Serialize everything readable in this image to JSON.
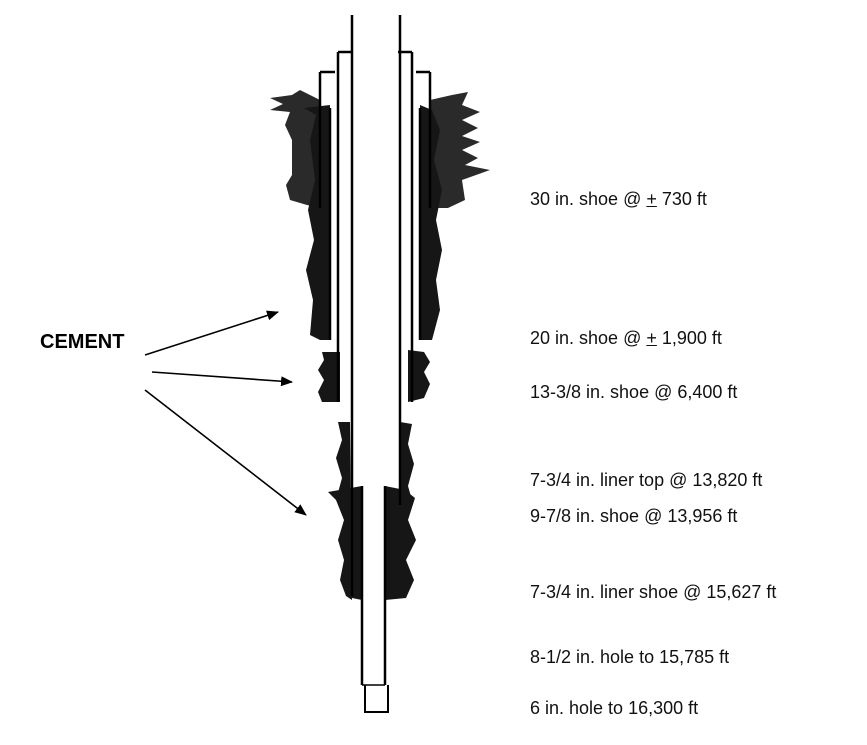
{
  "callout": "CEMENT",
  "labels": [
    {
      "pre": "30 in. shoe @ ",
      "pm": "+",
      "post": " 730 ft"
    },
    {
      "pre": "20 in. shoe @ ",
      "pm": "+",
      "post": " 1,900 ft"
    },
    {
      "pre": "13-3/8 in. shoe @ 6,400 ft",
      "pm": "",
      "post": ""
    },
    {
      "pre": "7-3/4 in. liner top @ 13,820 ft",
      "pm": "",
      "post": ""
    },
    {
      "pre": "9-7/8 in. shoe @ 13,956 ft",
      "pm": "",
      "post": ""
    },
    {
      "pre": "7-3/4 in. liner shoe @ 15,627 ft",
      "pm": "",
      "post": ""
    },
    {
      "pre": "8-1/2 in. hole to 15,785 ft",
      "pm": "",
      "post": ""
    },
    {
      "pre": "6 in. hole to 16,300 ft",
      "pm": "",
      "post": ""
    }
  ],
  "colors": {
    "cement": "#161616",
    "steel": "#000000",
    "background": "#ffffff"
  }
}
